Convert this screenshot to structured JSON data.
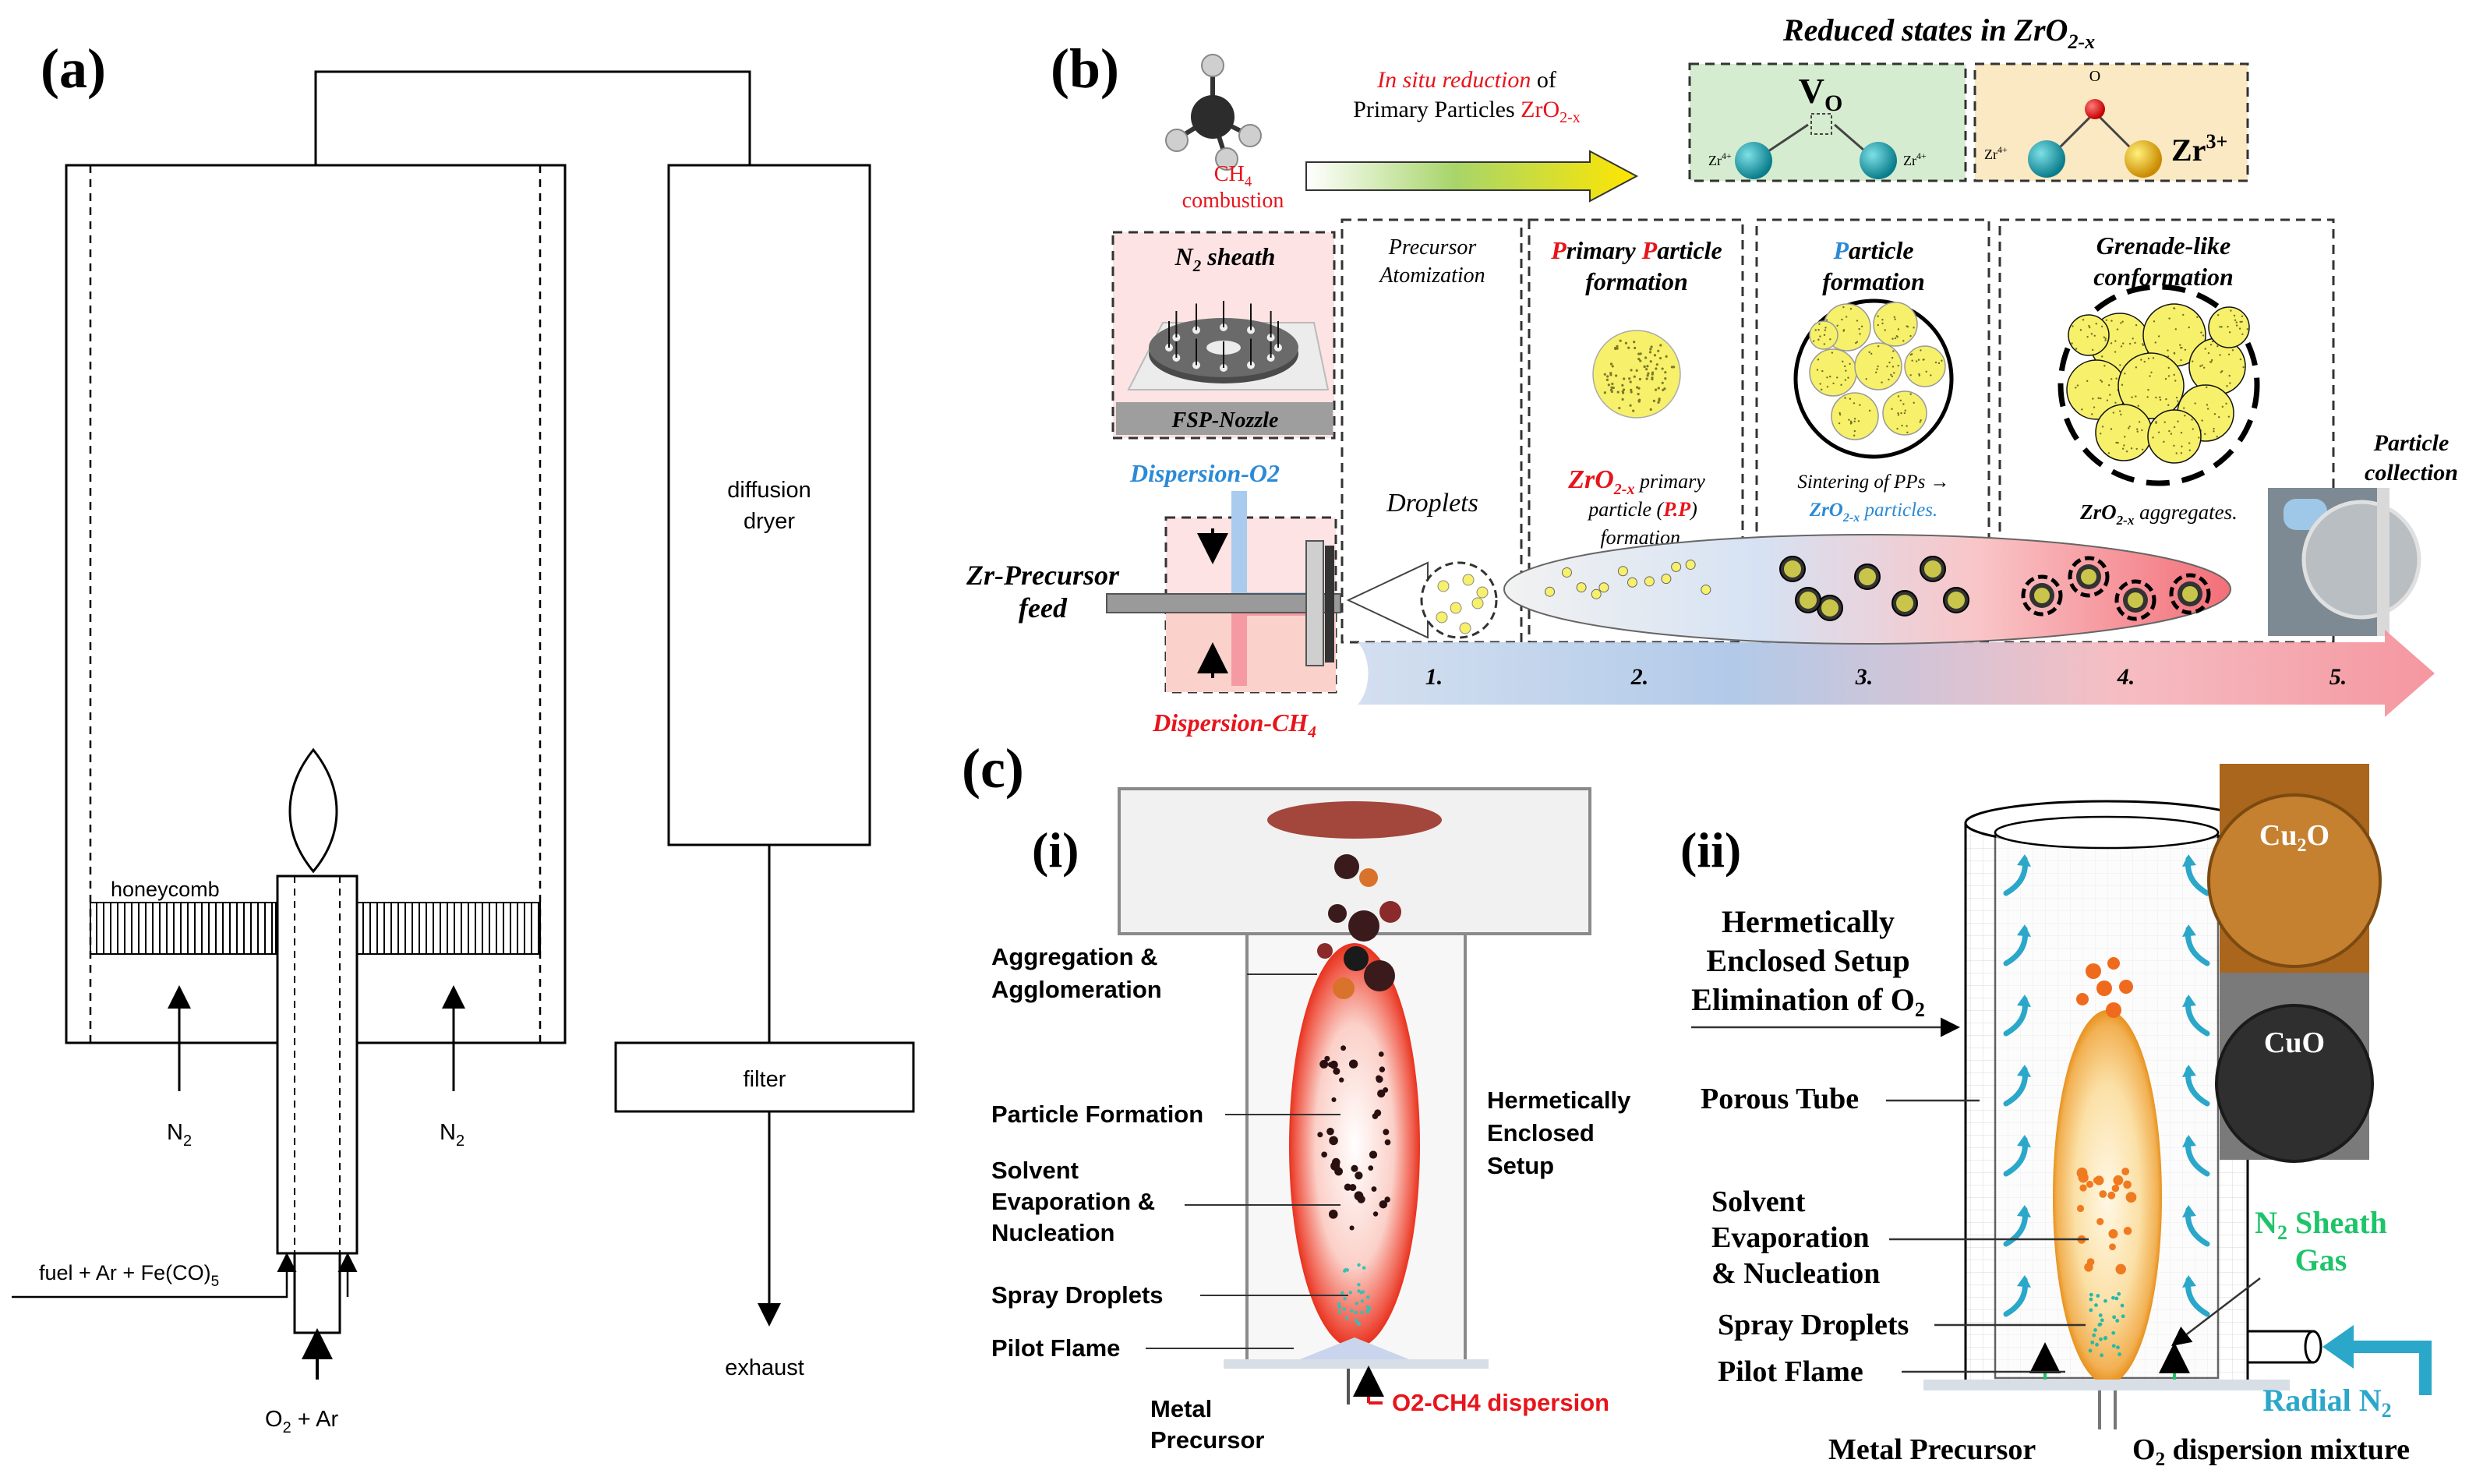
{
  "panel_a": {
    "label": "(a)",
    "honeycomb": "honeycomb",
    "diffusion_dryer_1": "diffusion",
    "diffusion_dryer_2": "dryer",
    "filter": "filter",
    "exhaust": "exhaust",
    "n2": "N",
    "n2_sub": "2",
    "fuel_pre": "fuel + Ar + Fe(CO)",
    "fuel_sub": "5",
    "o2": "O",
    "o2_sub": "2",
    "o2_rest": " + Ar"
  },
  "panel_b": {
    "label": "(b)",
    "reduced_title": "Reduced states  in ZrO",
    "reduced_sub": "2-x",
    "ch4": "CH",
    "ch4_sub": "4",
    "combustion": "combustion",
    "in_situ_red": "In situ reduction",
    "in_situ_black": " of",
    "primary_line_pre": "Primary Particles ",
    "primary_line_red": "ZrO",
    "primary_line_sub": "2-x",
    "vo": "V",
    "vo_sub": "O",
    "zr4": "Zr",
    "zr4_sup": "4+",
    "o_atom": "O",
    "zr3": "Zr",
    "zr3_sup": "3+",
    "n2_sheath": "N",
    "n2_sheath_sub": "2",
    "n2_sheath_rest": " sheath",
    "fsp_nozzle": "FSP-Nozzle",
    "stage1_1": "Precursor",
    "stage1_2": "Atomization",
    "stage2_1a": "P",
    "stage2_1b": "rimary ",
    "stage2_1c": "P",
    "stage2_1d": "article",
    "stage2_2": "formation",
    "stage3_1a": "P",
    "stage3_1b": "article",
    "stage3_2": "formation",
    "stage4_1": "Grenade-like",
    "stage4_2": "conformation",
    "droplets": "Droplets",
    "pp_zro": "ZrO",
    "pp_zro_sub": "2-x",
    "pp_rest": " primary",
    "pp_line2_pre": "particle (",
    "pp_line2_red": "P.P",
    "pp_line2_post": ")",
    "pp_line3": "formation.",
    "sinter_1": "Sintering of PPs →",
    "sinter_2a": "ZrO",
    "sinter_2sub": "2-x",
    "sinter_2b": " particles.",
    "agg_pre": "ZrO",
    "agg_sub": "2-x",
    "agg_post": " aggregates.",
    "collection_1": "Particle",
    "collection_2": "collection",
    "disp_o2": "Dispersion-O2",
    "disp_ch4_pre": "Dispersion-CH",
    "disp_ch4_sub": "4",
    "zr_feed_1": "Zr-Precursor",
    "zr_feed_2": "feed",
    "steps": [
      "1.",
      "2.",
      "3.",
      "4.",
      "5."
    ]
  },
  "panel_c": {
    "label": "(c)",
    "sub_i": "(i)",
    "sub_ii": "(ii)",
    "i_labels": {
      "agg1": "Aggregation &",
      "agg2": "Agglomeration",
      "pf": "Particle Formation",
      "sol1": "Solvent",
      "sol2": "Evaporation &",
      "sol3": "Nucleation",
      "spray": "Spray Droplets",
      "pilot": "Pilot Flame",
      "metal1": "Metal",
      "metal2": "Precursor",
      "disp": "O2-CH4 dispersion",
      "herm1": "Hermetically",
      "herm2": "Enclosed",
      "herm3": "Setup"
    },
    "ii_labels": {
      "h1": "Hermetically",
      "h2": "Enclosed Setup",
      "h3": "Elimination of O",
      "h3_sub": "2",
      "porous": "Porous Tube",
      "sol1": "Solvent",
      "sol2": "Evaporation",
      "sol3": "& Nucleation",
      "spray": "Spray Droplets",
      "pilot": "Pilot Flame",
      "metal": "Metal Precursor",
      "o2disp": "O",
      "o2disp_sub": "2",
      "o2disp_rest": " dispersion mixture",
      "n2sheath1a": "N",
      "n2sheath1sub": "2",
      "n2sheath1b": " Sheath",
      "n2sheath2": "Gas",
      "radial": "Radial N",
      "radial_sub": "2",
      "cu2o": "Cu",
      "cu2o_sub": "2",
      "cu2o_post": "O",
      "cuo": "CuO"
    }
  },
  "colors": {
    "red_text": "#e8141b",
    "blue_text": "#2b8ad6",
    "green_text": "#1fc46a",
    "teal_text": "#2aa7c9"
  }
}
